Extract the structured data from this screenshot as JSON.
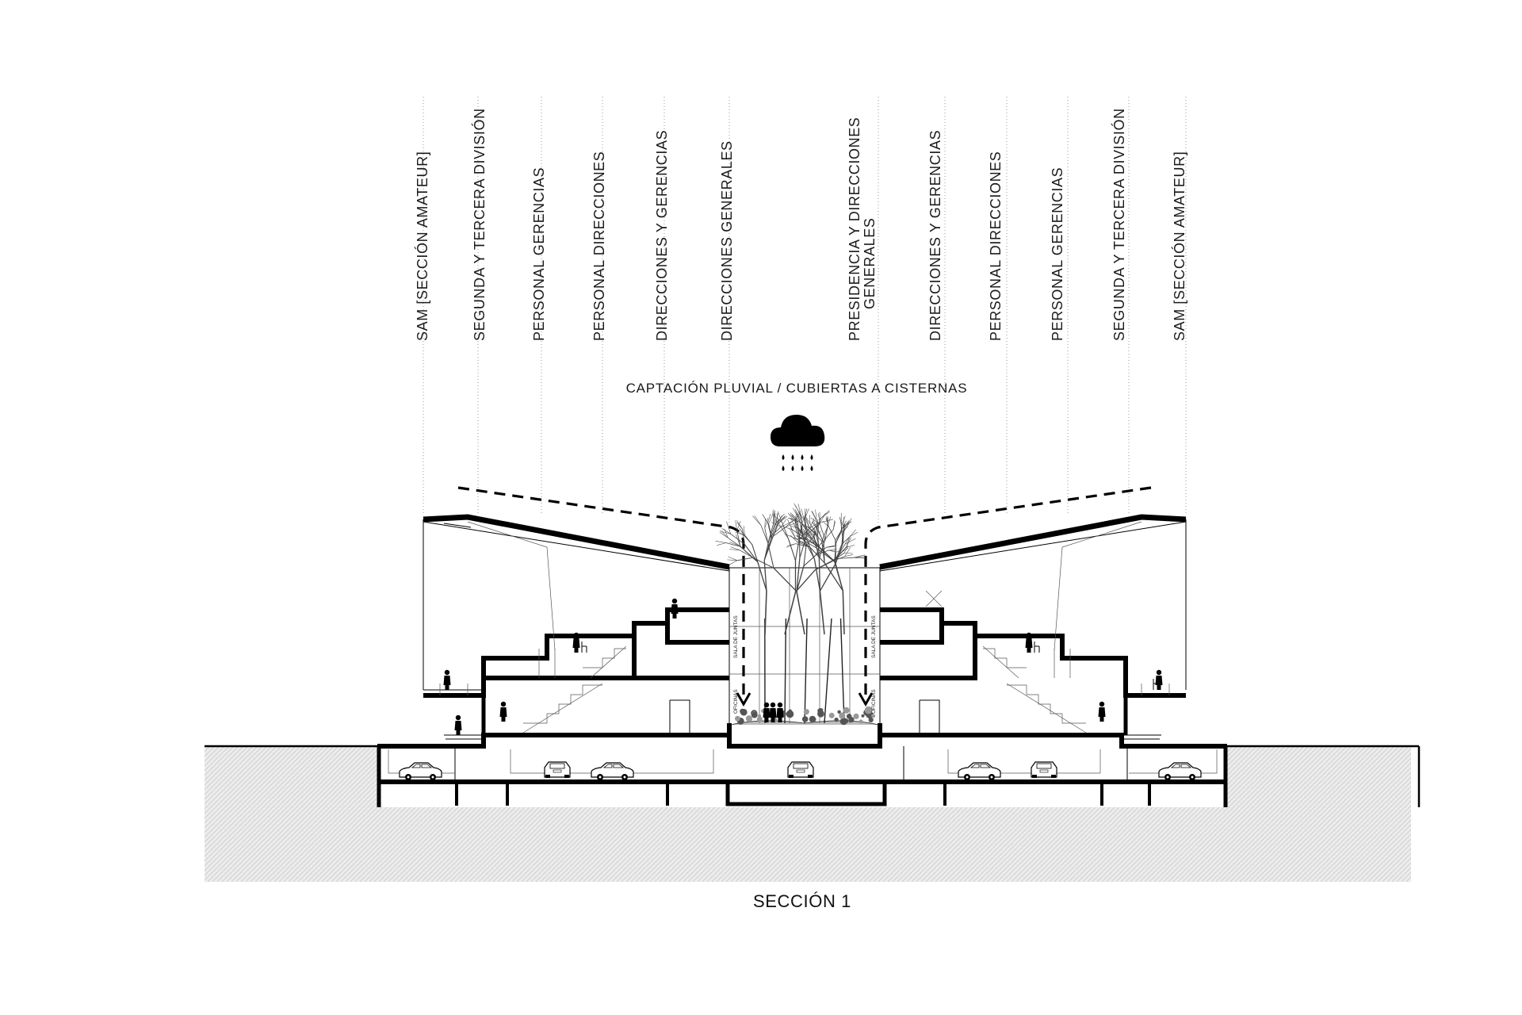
{
  "drawing": {
    "title": "SECCIÓN 1",
    "rain_note": "CAPTACIÓN PLUVIAL / CUBIERTAS A CISTERNAS",
    "rain_icon": "rain-cloud-icon",
    "zone_labels": [
      [
        "SAM [SECCIÓN AMATEUR]"
      ],
      [
        "SEGUNDA  Y TERCERA DIVISIÓN"
      ],
      [
        "PERSONAL GERENCIAS"
      ],
      [
        "PERSONAL DIRECCIONES"
      ],
      [
        "DIRECCIONES Y GERENCIAS"
      ],
      [
        "DIRECCIONES GENERALES"
      ],
      [
        "PRESIDENCIA Y DIRECCIONES",
        "GENERALES"
      ],
      [
        "DIRECCIONES Y GERENCIAS"
      ],
      [
        "PERSONAL DIRECCIONES"
      ],
      [
        "PERSONAL GERENCIAS"
      ],
      [
        "SEGUNDA  Y TERCERA DIVISIÓN"
      ],
      [
        "SAM [SECCIÓN AMATEUR]"
      ]
    ],
    "room_tags": {
      "left_upper": "SALA DE JUNTAS",
      "left_lower": "OFICINAS",
      "right_upper": "SALA DE JUNTAS",
      "right_lower": "OFICINAS"
    }
  }
}
